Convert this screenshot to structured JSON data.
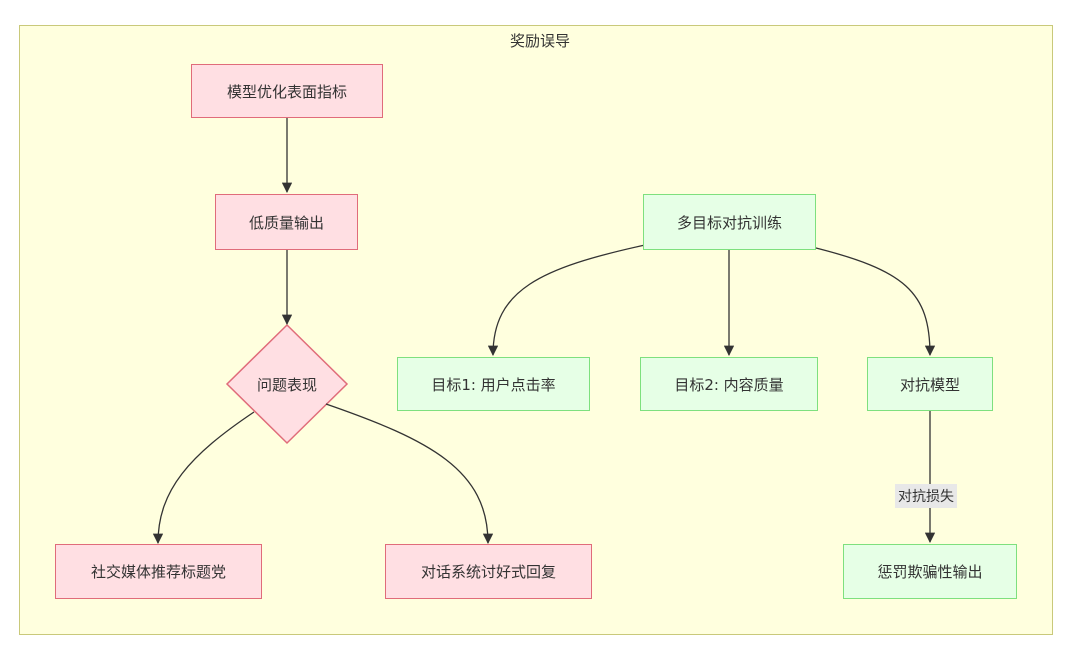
{
  "cluster": {
    "title": "奖励误导"
  },
  "nodes": {
    "surface_metric": "模型优化表面指标",
    "low_quality": "低质量输出",
    "problem": "问题表现",
    "social_title": "社交媒体推荐标题党",
    "dialog_flattery": "对话系统讨好式回复",
    "multi_objective": "多目标对抗训练",
    "goal1": "目标1: 用户点击率",
    "goal2": "目标2: 内容质量",
    "adversarial_model": "对抗模型",
    "penalize": "惩罚欺骗性输出"
  },
  "edges": {
    "adversarial_loss": "对抗损失"
  },
  "colors": {
    "cluster_bg": "#ffffde",
    "red_fill": "#ffdfe3",
    "red_stroke": "#e06c7a",
    "green_fill": "#e6ffe6",
    "green_stroke": "#7ee07e",
    "edge": "#333333"
  }
}
